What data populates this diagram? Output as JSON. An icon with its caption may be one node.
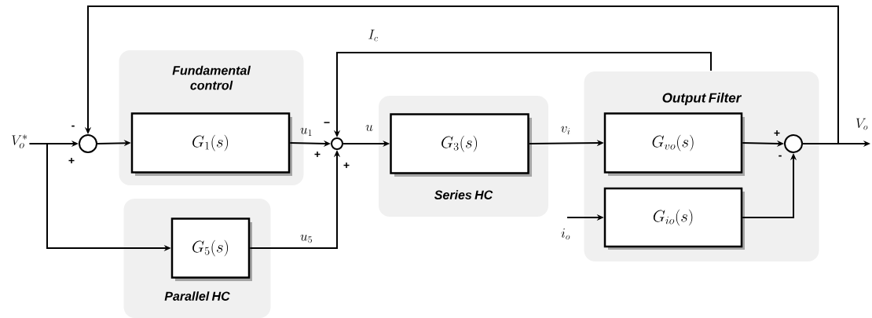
{
  "diagram": {
    "nodes": [
      {
        "text": [
          "Fundamental control"
        ]
      },
      {
        "text": [
          "G_1(s)"
        ],
        "in": 0
      },
      {
        "text": [
          "Parallel HC"
        ]
      },
      {
        "text": [
          "G_5(s)"
        ],
        "in": 2
      },
      {
        "text": [
          "Series HC"
        ]
      },
      {
        "text": [
          "G_3(s)"
        ],
        "in": 4
      },
      {
        "text": [
          "Output Filter"
        ]
      },
      {
        "text": [
          "G_{vo}(s)"
        ],
        "in": 6
      },
      {
        "text": [
          "G_{io}(s)"
        ],
        "in": 6
      },
      {
        "text": [],
        "shape": "circle"
      },
      {
        "text": [],
        "shape": "circle"
      },
      {
        "text": [],
        "shape": "circle",
        "in": 6
      },
      {
        "text": [
          "V_o^*"
        ]
      }
    ],
    "edges": [
      {
        "from": 12,
        "to": 9,
        "arrow": "to"
      },
      {
        "from": 12,
        "to": 3,
        "arrow": "to"
      },
      {
        "from": 9,
        "to": 1,
        "arrow": "to"
      },
      {
        "from": 1,
        "to": 10,
        "arrow": "to",
        "label": "u_1"
      },
      {
        "from": 3,
        "to": 10,
        "arrow": "to",
        "label": "u_5"
      },
      {
        "from": 6,
        "to": 10,
        "arrow": "to",
        "label": "I_c"
      },
      {
        "from": 10,
        "to": 5,
        "arrow": "to",
        "label": "u"
      },
      {
        "from": 5,
        "to": 7,
        "arrow": "to",
        "label": "v_i"
      },
      {
        "from": 7,
        "to": 11,
        "arrow": "to"
      },
      {
        "from": 8,
        "to": 11,
        "arrow": "to"
      },
      {
        "from": 11,
        "to": null,
        "arrow": "to",
        "label": "V_o"
      },
      {
        "from": 11,
        "to": 9,
        "arrow": "to"
      },
      {
        "from": null,
        "to": 8,
        "arrow": "to",
        "label": "i_o"
      }
    ],
    "labels": [
      "-",
      "+",
      "−",
      "+",
      "+",
      "+",
      "-"
    ]
  }
}
